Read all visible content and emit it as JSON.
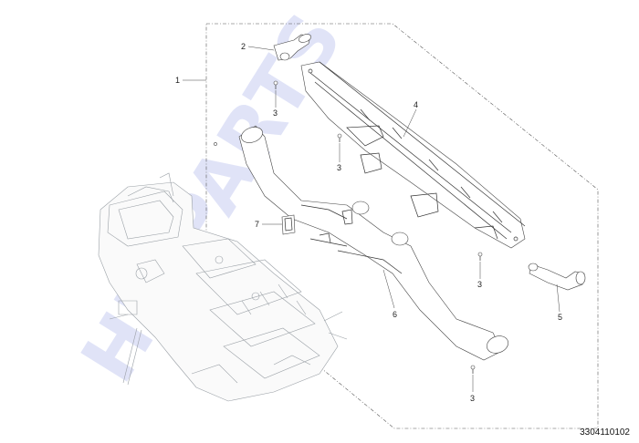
{
  "diagram": {
    "watermark": "HD PARTS",
    "part_number": "3304110102",
    "callouts": [
      {
        "id": "c1",
        "label": "1"
      },
      {
        "id": "c2",
        "label": "2"
      },
      {
        "id": "c3a",
        "label": "3"
      },
      {
        "id": "c3b",
        "label": "3"
      },
      {
        "id": "c3c",
        "label": "3"
      },
      {
        "id": "c3d",
        "label": "3"
      },
      {
        "id": "c4",
        "label": "4"
      },
      {
        "id": "c5",
        "label": "5"
      },
      {
        "id": "c6",
        "label": "6"
      },
      {
        "id": "c7",
        "label": "7"
      }
    ]
  },
  "colors": {
    "line": "#333333",
    "ghost": "#9aa0a6",
    "watermark": "#c7cdf2"
  }
}
